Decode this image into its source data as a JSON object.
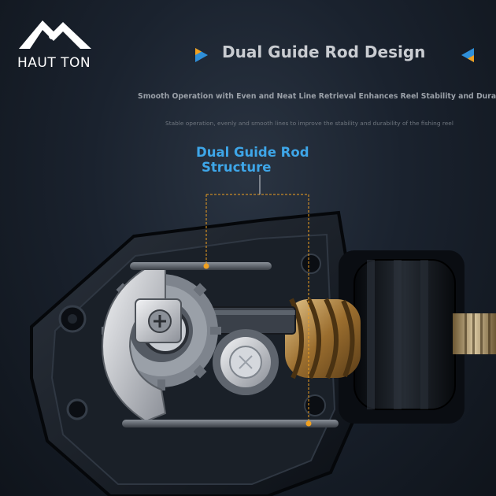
{
  "brand": {
    "name": "HAUT TON"
  },
  "header": {
    "title": "Dual Guide Rod Design",
    "subtitle": "Smooth Operation with Even and Neat Line Retrieval Enhances Reel Stability and Durability",
    "subtitle_small": "Stable operation, evenly and smooth lines to improve the stability and durability of the fishing reel"
  },
  "callout": {
    "line1": "Dual Guide Rod",
    "line2": "Structure"
  },
  "colors": {
    "accent_blue": "#3ea6e8",
    "accent_orange": "#f0a020",
    "background": "#141b25"
  },
  "icons": {
    "logo": "haut-ton-logo-icon",
    "left_arrow": "triangle-right-icon",
    "right_arrow": "triangle-left-icon"
  }
}
